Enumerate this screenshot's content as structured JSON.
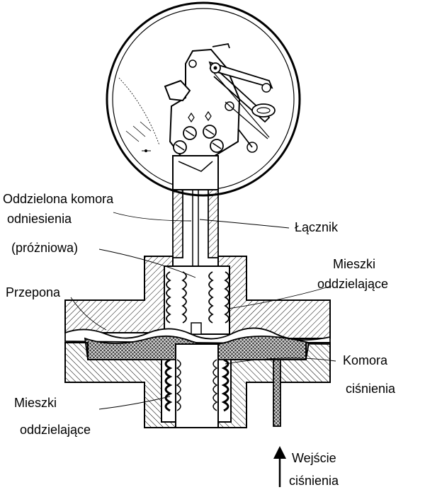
{
  "labels": {
    "separated_chamber_line1": "Oddzielona komora",
    "separated_chamber_line2": "odniesienia",
    "separated_chamber_line3": "(próżniowa)",
    "connector": "Łącznik",
    "bellows_top_line1": "Mieszki",
    "bellows_top_line2": "oddzielające",
    "diaphragm": "Przepona",
    "pressure_chamber_line1": "Komora",
    "pressure_chamber_line2": "ciśnienia",
    "bellows_bottom_line1": "Mieszki",
    "bellows_bottom_line2": "oddzielające",
    "pressure_inlet_line1": "Wejście",
    "pressure_inlet_line2": "ciśnienia"
  },
  "colors": {
    "ink": "#000000",
    "paper": "#ffffff",
    "fill_dark": "#555555"
  },
  "icons": {
    "inlet_arrow": "arrow-up-icon"
  }
}
